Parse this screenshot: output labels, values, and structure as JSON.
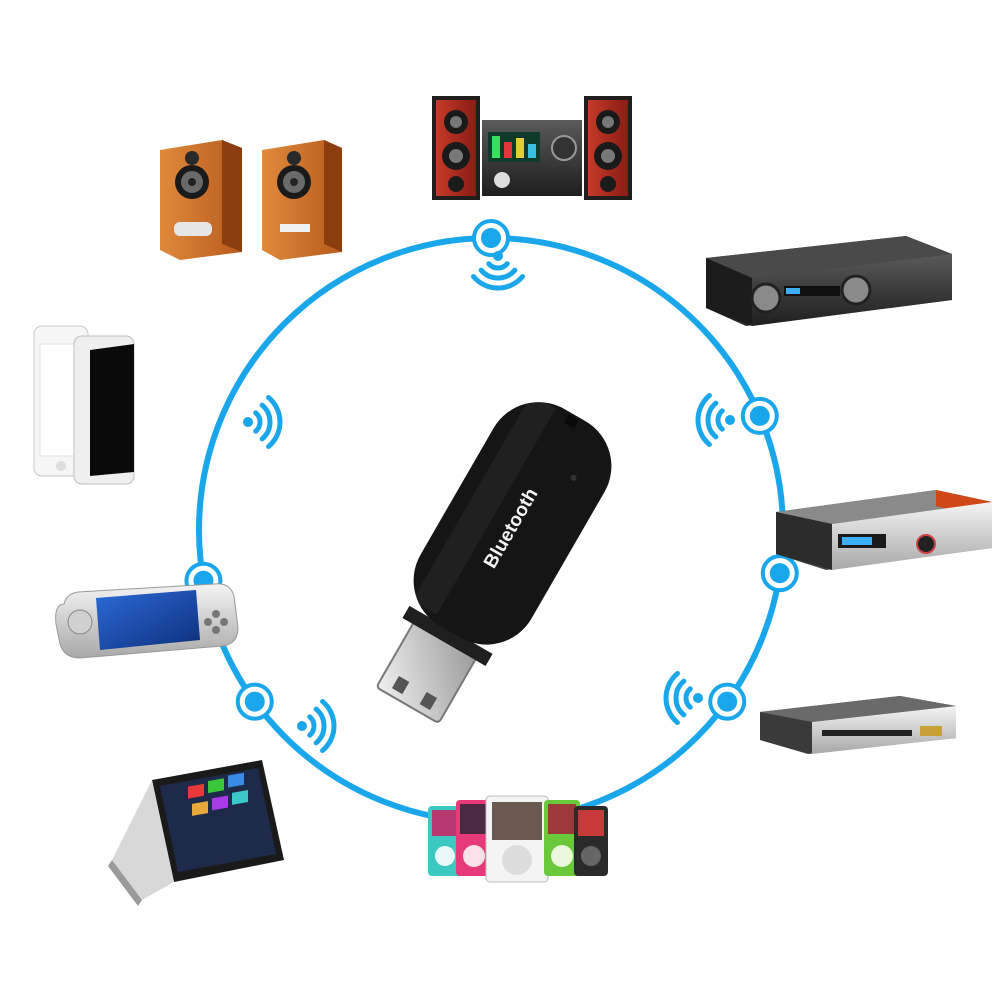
{
  "dongle": {
    "label": "Bluetooth",
    "body_color": "#151515",
    "usb_color": "#c8c8c8"
  },
  "ring_color": "#1aa6ea",
  "devices": [
    {
      "name": "bookshelf-speakers",
      "icon": "speaker-pair-icon"
    },
    {
      "name": "hifi-stereo-system",
      "icon": "stereo-system-icon"
    },
    {
      "name": "av-receiver-amplifier",
      "icon": "amplifier-icon"
    },
    {
      "name": "set-top-box",
      "icon": "set-top-box-icon"
    },
    {
      "name": "dvd-player",
      "icon": "dvd-player-icon"
    },
    {
      "name": "mp4-players",
      "icon": "mp4-player-icon"
    },
    {
      "name": "tablet-laptop",
      "icon": "laptop-icon"
    },
    {
      "name": "handheld-game-console",
      "icon": "game-console-icon"
    },
    {
      "name": "smartphones",
      "icon": "smartphone-icon"
    }
  ],
  "signal_icon": "wireless-signal-icon",
  "node_icon": "connection-node-icon"
}
